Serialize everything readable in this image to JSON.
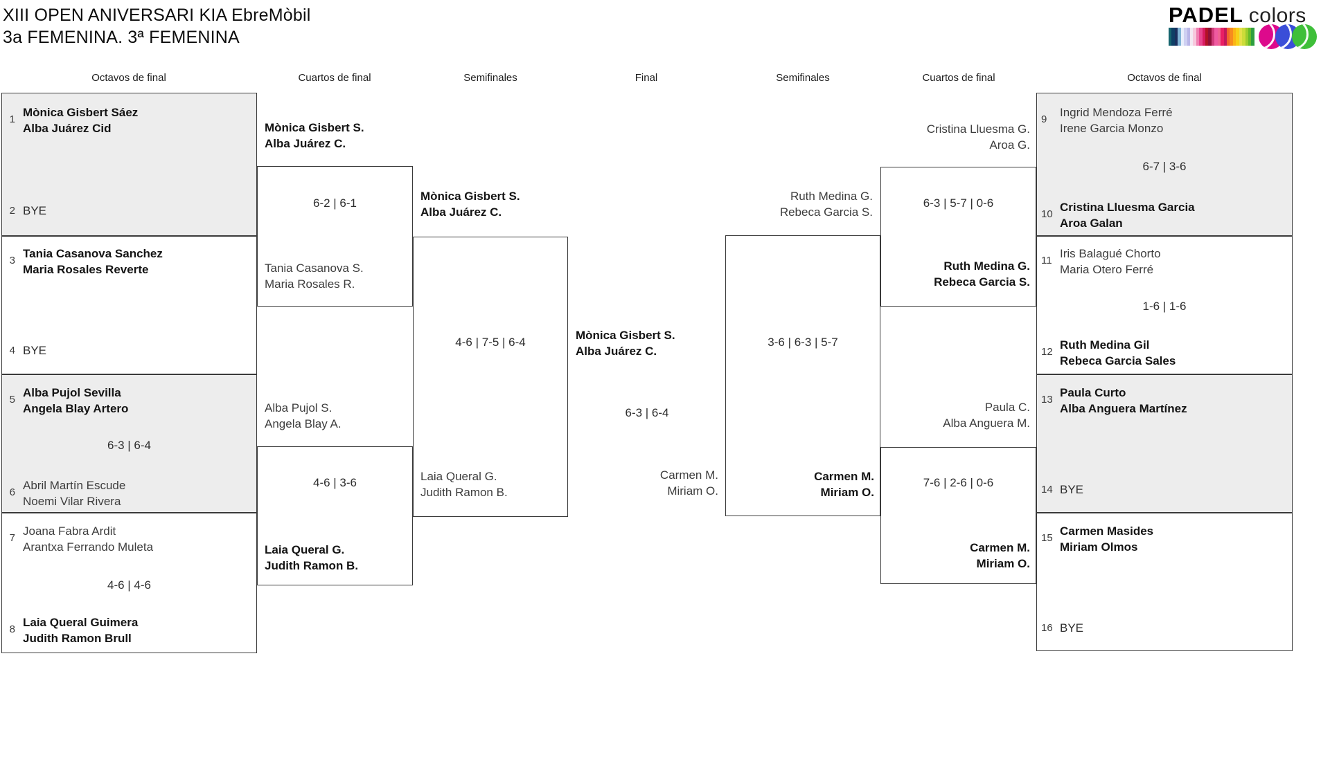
{
  "tournament": {
    "title": "XIII OPEN ANIVERSARI KIA EbreMòbil",
    "subtitle": "3a FEMENINA. 3ª FEMENINA"
  },
  "logo": {
    "brand": "PADEL",
    "brand2": "colors",
    "stripes": [
      "#16646e",
      "#0e3f66",
      "#1b2f5e",
      "#7fb3d5",
      "#e8eefc",
      "#cfd0f2",
      "#b9b6e8",
      "#f3e9f3",
      "#f7c8dd",
      "#ef7fb1",
      "#e8468f",
      "#d81b60",
      "#b11226",
      "#8f1038",
      "#d13a7a",
      "#ef5aa0",
      "#f06292",
      "#e91e63",
      "#c2185b",
      "#f2622e",
      "#f78c1e",
      "#fbb515",
      "#f7d118",
      "#e6e04a",
      "#cddc39",
      "#9ccc2e",
      "#66bb2a",
      "#2e9e3f"
    ],
    "balls": [
      "#dd0a8c",
      "#3a4ed8",
      "#3fbf3a"
    ]
  },
  "rounds": [
    "Octavos de final",
    "Cuartos de final",
    "Semifinales",
    "Final",
    "Semifinales",
    "Cuartos de final",
    "Octavos de final"
  ],
  "chart_data": {
    "type": "table",
    "title": "XIII OPEN ANIVERSARI KIA EbreMòbil — 3a FEMENINA. 3ª FEMENINA",
    "rounds": [
      "Octavos de final",
      "Cuartos de final",
      "Semifinales",
      "Final"
    ],
    "matches": [
      {
        "round": "Octavos",
        "side": "left",
        "teams": [
          "Mònica Gisbert Sáez / Alba Juárez Cid",
          "BYE"
        ],
        "seeds": [
          1,
          2
        ],
        "score": "",
        "winner": "Mònica Gisbert Sáez / Alba Juárez Cid"
      },
      {
        "round": "Octavos",
        "side": "left",
        "teams": [
          "Tania Casanova Sanchez / Maria Rosales Reverte",
          "BYE"
        ],
        "seeds": [
          3,
          4
        ],
        "score": "",
        "winner": "Tania Casanova Sanchez / Maria Rosales Reverte"
      },
      {
        "round": "Octavos",
        "side": "left",
        "teams": [
          "Alba Pujol Sevilla / Angela Blay Artero",
          "Abril Martín Escude / Noemi Vilar Rivera"
        ],
        "seeds": [
          5,
          6
        ],
        "score": "6-3 | 6-4",
        "winner": "Alba Pujol Sevilla / Angela Blay Artero"
      },
      {
        "round": "Octavos",
        "side": "left",
        "teams": [
          "Joana Fabra Ardit / Arantxa Ferrando Muleta",
          "Laia Queral Guimera / Judith Ramon Brull"
        ],
        "seeds": [
          7,
          8
        ],
        "score": "4-6 | 4-6",
        "winner": "Laia Queral Guimera / Judith Ramon Brull"
      },
      {
        "round": "Octavos",
        "side": "right",
        "teams": [
          "Ingrid Mendoza Ferré / Irene Garcia Monzo",
          "Cristina Lluesma Garcia / Aroa Galan"
        ],
        "seeds": [
          9,
          10
        ],
        "score": "6-7 | 3-6",
        "winner": "Cristina Lluesma Garcia / Aroa Galan"
      },
      {
        "round": "Octavos",
        "side": "right",
        "teams": [
          "Iris Balagué Chorto / Maria Otero Ferré",
          "Ruth Medina Gil / Rebeca Garcia Sales"
        ],
        "seeds": [
          11,
          12
        ],
        "score": "1-6 | 1-6",
        "winner": "Ruth Medina Gil / Rebeca Garcia Sales"
      },
      {
        "round": "Octavos",
        "side": "right",
        "teams": [
          "Paula Curto / Alba Anguera Martínez",
          "BYE"
        ],
        "seeds": [
          13,
          14
        ],
        "score": "",
        "winner": "Paula Curto / Alba Anguera Martínez"
      },
      {
        "round": "Octavos",
        "side": "right",
        "teams": [
          "Carmen Masides / Miriam Olmos",
          "BYE"
        ],
        "seeds": [
          15,
          16
        ],
        "score": "",
        "winner": "Carmen Masides / Miriam Olmos"
      },
      {
        "round": "Cuartos",
        "side": "left",
        "teams": [
          "Mònica Gisbert S. / Alba Juárez C.",
          "Tania Casanova S. / Maria Rosales R."
        ],
        "score": "6-2 | 6-1",
        "winner": "Mònica Gisbert S. / Alba Juárez C."
      },
      {
        "round": "Cuartos",
        "side": "left",
        "teams": [
          "Alba Pujol S. / Angela Blay A.",
          "Laia Queral G. / Judith Ramon B."
        ],
        "score": "4-6 | 3-6",
        "winner": "Laia Queral G. / Judith Ramon B."
      },
      {
        "round": "Cuartos",
        "side": "right",
        "teams": [
          "Cristina Lluesma G. / Aroa G.",
          "Ruth Medina G. / Rebeca Garcia S."
        ],
        "score": "6-3 | 5-7 | 0-6",
        "winner": "Ruth Medina G. / Rebeca Garcia S."
      },
      {
        "round": "Cuartos",
        "side": "right",
        "teams": [
          "Paula C. / Alba Anguera M.",
          "Carmen M. / Miriam O."
        ],
        "score": "7-6 | 2-6 | 0-6",
        "winner": "Carmen M. / Miriam O."
      },
      {
        "round": "Semifinales",
        "side": "left",
        "teams": [
          "Mònica Gisbert S. / Alba Juárez C.",
          "Laia Queral G. / Judith Ramon B."
        ],
        "score": "4-6 | 7-5 | 6-4",
        "winner": "Mònica Gisbert S. / Alba Juárez C."
      },
      {
        "round": "Semifinales",
        "side": "right",
        "teams": [
          "Ruth Medina G. / Rebeca Garcia S.",
          "Carmen M. / Miriam O."
        ],
        "score": "3-6 | 6-3 | 5-7",
        "winner": "Carmen M. / Miriam O."
      },
      {
        "round": "Final",
        "teams": [
          "Mònica Gisbert S. / Alba Juárez C.",
          "Carmen M. / Miriam O."
        ],
        "score": "6-3 | 6-4",
        "winner": "Mònica Gisbert S. / Alba Juárez C."
      }
    ]
  },
  "bracket": {
    "l16": [
      {
        "seed_a": "1",
        "team_a": [
          "Mònica Gisbert Sáez",
          "Alba Juárez Cid"
        ],
        "seed_b": "2",
        "bye_b": "BYE"
      },
      {
        "seed_a": "3",
        "team_a": [
          "Tania Casanova Sanchez",
          "Maria Rosales Reverte"
        ],
        "seed_b": "4",
        "bye_b": "BYE"
      },
      {
        "seed_a": "5",
        "team_a": [
          "Alba Pujol Sevilla",
          "Angela Blay Artero"
        ],
        "score": "6-3 | 6-4",
        "seed_b": "6",
        "team_b": [
          "Abril Martín Escude",
          "Noemi Vilar Rivera"
        ]
      },
      {
        "seed_a": "7",
        "team_a": [
          "Joana Fabra Ardit",
          "Arantxa Ferrando Muleta"
        ],
        "score": "4-6 | 4-6",
        "seed_b": "8",
        "team_b": [
          "Laia Queral Guimera",
          "Judith Ramon Brull"
        ]
      }
    ],
    "lqf": [
      {
        "team_a": [
          "Mònica Gisbert S.",
          "Alba Juárez C."
        ],
        "score": "6-2 | 6-1",
        "team_b": [
          "Tania Casanova S.",
          "Maria Rosales R."
        ]
      },
      {
        "team_a": [
          "Alba Pujol S.",
          "Angela Blay A."
        ],
        "score": "4-6 | 3-6",
        "team_b": [
          "Laia Queral G.",
          "Judith Ramon B."
        ]
      }
    ],
    "lsf": {
      "team_a": [
        "Mònica Gisbert S.",
        "Alba Juárez C."
      ],
      "score": "4-6 | 7-5 | 6-4",
      "team_b": [
        "Laia Queral G.",
        "Judith Ramon B."
      ]
    },
    "final": {
      "team_a": [
        "Mònica Gisbert S.",
        "Alba Juárez C."
      ],
      "score": "6-3 | 6-4",
      "team_b": [
        "Carmen M.",
        "Miriam O."
      ]
    },
    "rsf": {
      "team_a": [
        "Ruth Medina G.",
        "Rebeca Garcia S."
      ],
      "score": "3-6 | 6-3 | 5-7",
      "team_b": [
        "Carmen M.",
        "Miriam O."
      ]
    },
    "rqf": [
      {
        "team_a": [
          "Cristina Lluesma G.",
          "Aroa G."
        ],
        "score": "6-3 | 5-7 | 0-6",
        "team_b": [
          "Ruth Medina G.",
          "Rebeca Garcia S."
        ]
      },
      {
        "team_a": [
          "Paula C.",
          "Alba Anguera M."
        ],
        "score": "7-6 | 2-6 | 0-6",
        "team_b": [
          "Carmen M.",
          "Miriam O."
        ]
      }
    ],
    "r16": [
      {
        "seed_a": "9",
        "team_a": [
          "Ingrid Mendoza Ferré",
          "Irene Garcia Monzo"
        ],
        "score": "6-7 | 3-6",
        "seed_b": "10",
        "team_b": [
          "Cristina Lluesma Garcia",
          "Aroa Galan"
        ]
      },
      {
        "seed_a": "11",
        "team_a": [
          "Iris Balagué Chorto",
          "Maria Otero Ferré"
        ],
        "score": "1-6 | 1-6",
        "seed_b": "12",
        "team_b": [
          "Ruth Medina Gil",
          "Rebeca Garcia Sales"
        ]
      },
      {
        "seed_a": "13",
        "team_a": [
          "Paula Curto",
          "Alba Anguera Martínez"
        ],
        "seed_b": "14",
        "bye_b": "BYE"
      },
      {
        "seed_a": "15",
        "team_a": [
          "Carmen Masides",
          "Miriam Olmos"
        ],
        "seed_b": "16",
        "bye_b": "BYE"
      }
    ]
  }
}
